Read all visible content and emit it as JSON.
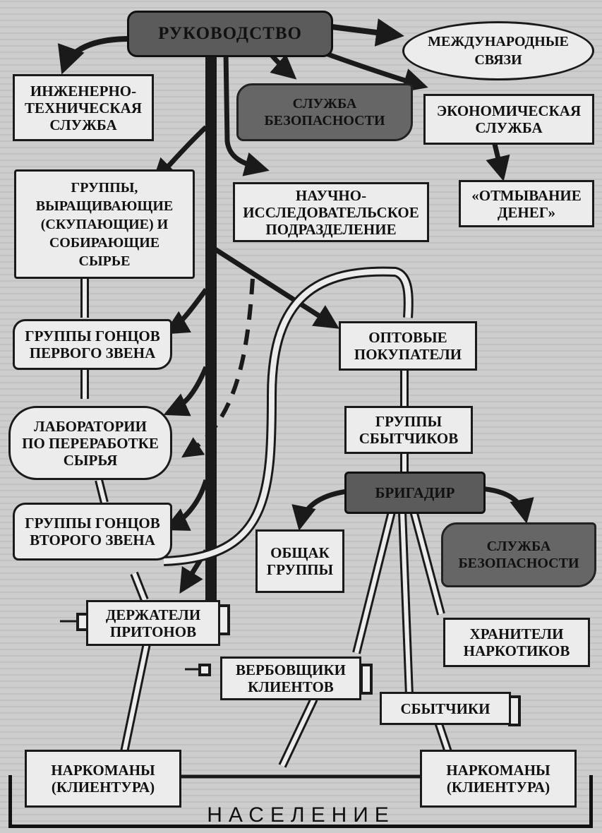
{
  "nodes": {
    "leadership": "РУКОВОДСТВО",
    "international": "МЕЖДУНАРОДНЫЕ\nСВЯЗИ",
    "engineering": "ИНЖЕНЕРНО-\nТЕХНИЧЕСКАЯ\nСЛУЖБА",
    "security_top": "СЛУЖБА\nБЕЗОПАСНОСТИ",
    "economic": "ЭКОНОМИЧЕСКАЯ\nСЛУЖБА",
    "growers": "ГРУППЫ,\nВЫРАЩИВАЮЩИЕ\n(СКУПАЮЩИЕ) И\nСОБИРАЮЩИЕ\nСЫРЬЕ",
    "research": "НАУЧНО-\nИССЛЕДОВАТЕЛЬСКОЕ\nПОДРАЗДЕЛЕНИЕ",
    "laundering": "«ОТМЫВАНИЕ\nДЕНЕГ»",
    "couriers1": "ГРУППЫ ГОНЦОВ\nПЕРВОГО ЗВЕНА",
    "wholesale": "ОПТОВЫЕ\nПОКУПАТЕЛИ",
    "labs": "ЛАБОРАТОРИИ\nПО ПЕРЕРАБОТКЕ\nСЫРЬЯ",
    "dealer_groups": "ГРУППЫ\nСБЫТЧИКОВ",
    "brigadier": "БРИГАДИР",
    "couriers2": "ГРУППЫ ГОНЦОВ\nВТОРОГО ЗВЕНА",
    "common_fund": "ОБЩАК\nГРУППЫ",
    "security_bottom": "СЛУЖБА\nБЕЗОПАСНОСТИ",
    "den_keepers": "ДЕРЖАТЕЛИ\nПРИТОНОВ",
    "keepers": "ХРАНИТЕЛИ\nНАРКОТИКОВ",
    "recruiters": "ВЕРБОВЩИКИ\nКЛИЕНТОВ",
    "dealers": "СБЫТЧИКИ",
    "addicts_left": "НАРКОМАНЫ\n(КЛИЕНТУРА)",
    "addicts_right": "НАРКОМАНЫ\n(КЛИЕНТУРА)",
    "population": "НАСЕЛЕНИЕ"
  },
  "colors": {
    "dark_fill": "#5b5b5b",
    "light_fill": "#ececec",
    "line": "#1a1a1a"
  }
}
